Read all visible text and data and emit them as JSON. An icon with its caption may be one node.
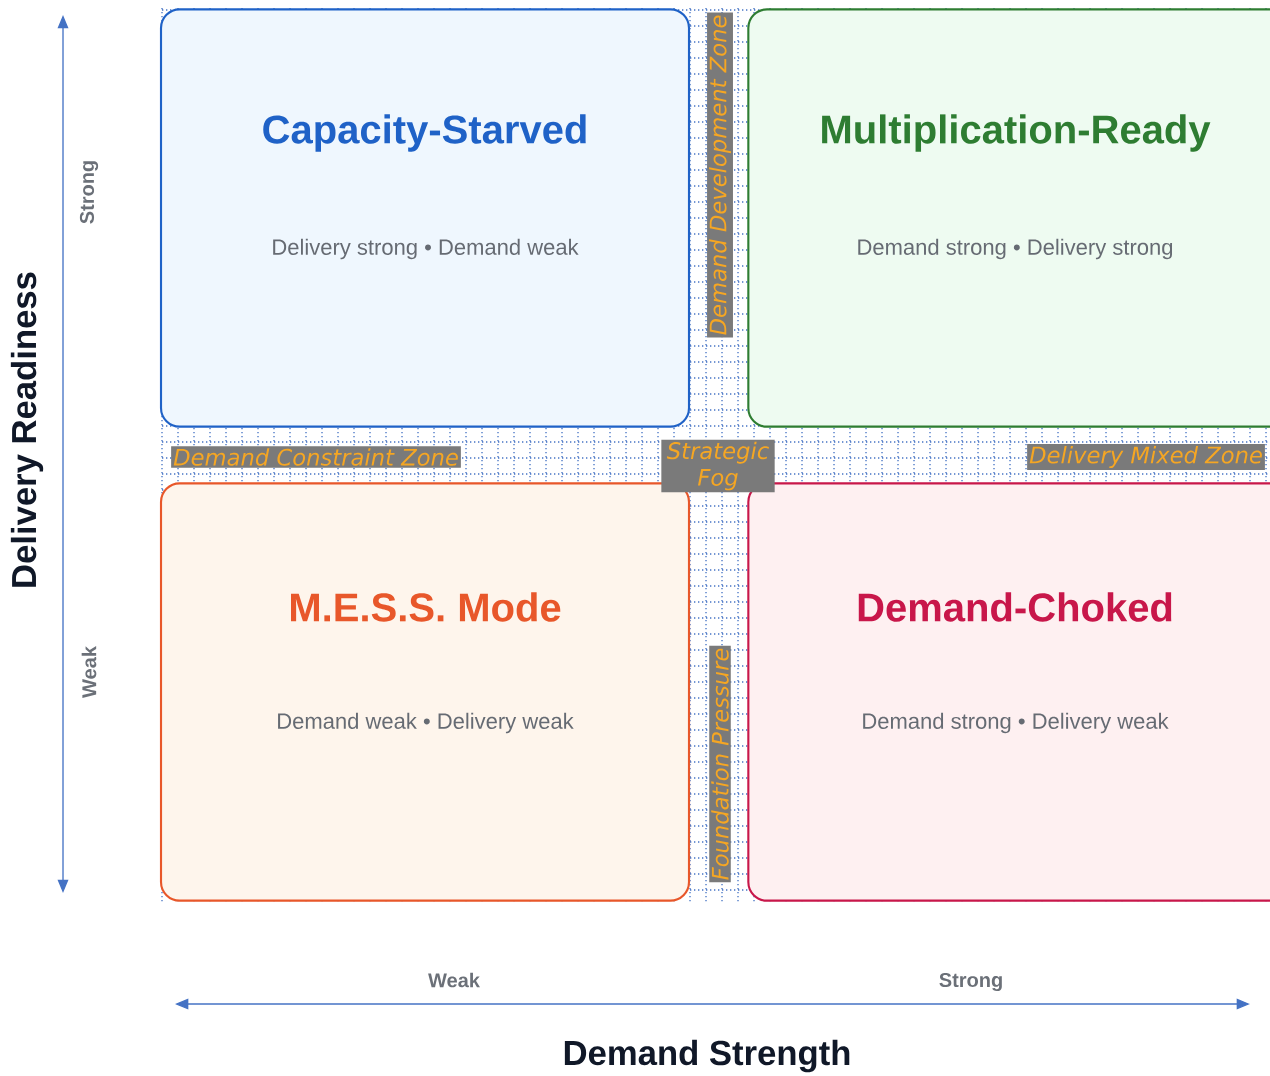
{
  "diagram": {
    "nodes": [
      {
        "text": [
          "Capacity-Starved",
          "Delivery strong • Demand weak"
        ]
      },
      {
        "text": [
          "Multiplication-Ready",
          "Demand strong • Delivery strong"
        ]
      },
      {
        "text": [
          "M.E.S.S. Mode",
          "Demand weak • Delivery weak"
        ]
      },
      {
        "text": [
          "Demand-Choked",
          "Demand strong • Delivery weak"
        ]
      },
      {
        "text": [
          "Demand Development Zone"
        ]
      },
      {
        "text": [
          "Demand Constraint Zone"
        ]
      },
      {
        "text": [
          "Strategic Fog"
        ]
      },
      {
        "text": [
          "Delivery Mixed Zone"
        ]
      },
      {
        "text": [
          "Foundation Pressure"
        ]
      }
    ],
    "edges": [],
    "labels": [
      "Delivery Readiness",
      "Strong",
      "Weak",
      "Weak",
      "Strong",
      "Demand Strength"
    ]
  }
}
